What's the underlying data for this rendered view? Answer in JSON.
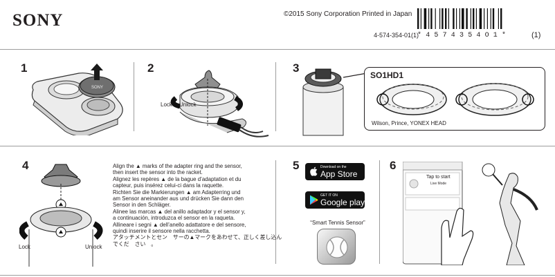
{
  "header": {
    "brand": "SONY",
    "copyright": "©2015 Sony Corporation  Printed in Japan",
    "doc_number": "4-574-354-01(1)",
    "barcode_text": "*4574354O1*",
    "issue": "(1)"
  },
  "steps": [
    {
      "number": "1"
    },
    {
      "number": "2",
      "lock_label": "Lock",
      "unlock_label": "Unlock"
    },
    {
      "number": "3",
      "callout_title": "SO1HD1",
      "callout_brands": "Wilson, Prince, YONEX HEAD"
    },
    {
      "number": "4",
      "lock_label": "Lock",
      "unlock_label": "Unlock"
    },
    {
      "number": "5"
    },
    {
      "number": "6"
    }
  ],
  "instructions": {
    "en": [
      "Align the ▲ marks of the adapter ring and the sensor,",
      "then insert the sensor into the racket."
    ],
    "fr": [
      "Alignez les repères ▲ de la bague d’adaptation et du",
      "capteur, puis insérez celui-ci dans la raquette."
    ],
    "de": [
      "Richten Sie die Markierungen ▲ am Adapterring und",
      "am Sensor aneinander aus und drücken Sie dann den",
      "Sensor in den Schläger."
    ],
    "es": [
      "Alinee las marcas ▲ del anillo adaptador y el sensor y,",
      "a continuación, introduzca el sensor en la raqueta."
    ],
    "it": [
      "Allineare i segni ▲ dell’anello adattatore e del sensore,",
      "quindi inserire il sensore nella racchetta."
    ],
    "ja": [
      "アタッチメントとセン　サーの▲マークをあわせて、正しく差し込ん",
      "でくだ　さい　。"
    ]
  },
  "store": {
    "apple_small": "Download on the",
    "apple_big": "App Store",
    "google_small": "GET IT ON",
    "google_big": "Google play",
    "app_name": "“Smart Tennis Sensor”"
  },
  "phone": {
    "title": "Tap to start",
    "subtitle": "Live Mode"
  }
}
